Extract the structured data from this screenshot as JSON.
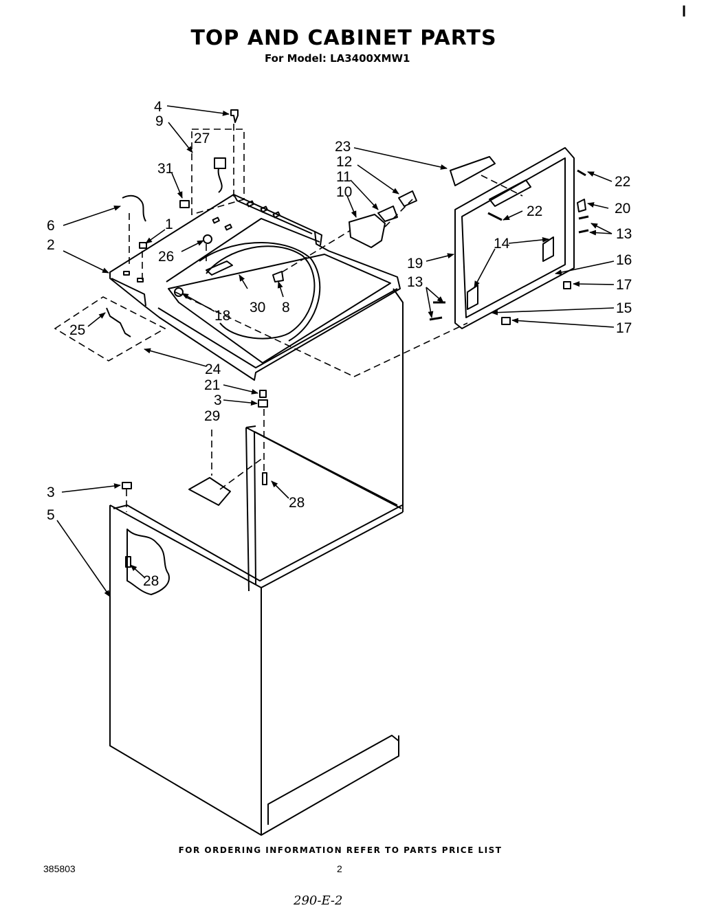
{
  "header": {
    "title": "TOP AND CABINET PARTS",
    "model_line": "For Model: LA3400XMW1"
  },
  "footer": {
    "ordering_note": "FOR ORDERING INFORMATION REFER TO PARTS PRICE LIST",
    "doc_number": "385803",
    "page_number": "2",
    "handwritten_note": "290-E-2"
  },
  "callouts": [
    {
      "id": "c4",
      "text": "4"
    },
    {
      "id": "c9",
      "text": "9"
    },
    {
      "id": "c27",
      "text": "27"
    },
    {
      "id": "c31",
      "text": "31"
    },
    {
      "id": "c6",
      "text": "6"
    },
    {
      "id": "c1",
      "text": "1"
    },
    {
      "id": "c2",
      "text": "2"
    },
    {
      "id": "c26",
      "text": "26"
    },
    {
      "id": "c30",
      "text": "30"
    },
    {
      "id": "c8",
      "text": "8"
    },
    {
      "id": "c18",
      "text": "18"
    },
    {
      "id": "c25",
      "text": "25"
    },
    {
      "id": "c24",
      "text": "24"
    },
    {
      "id": "c23",
      "text": "23"
    },
    {
      "id": "c12",
      "text": "12"
    },
    {
      "id": "c11",
      "text": "11"
    },
    {
      "id": "c10",
      "text": "10"
    },
    {
      "id": "c22a",
      "text": "22"
    },
    {
      "id": "c22b",
      "text": "22"
    },
    {
      "id": "c20",
      "text": "20"
    },
    {
      "id": "c13a",
      "text": "13"
    },
    {
      "id": "c14",
      "text": "14"
    },
    {
      "id": "c19",
      "text": "19"
    },
    {
      "id": "c16",
      "text": "16"
    },
    {
      "id": "c13b",
      "text": "13"
    },
    {
      "id": "c17a",
      "text": "17"
    },
    {
      "id": "c15",
      "text": "15"
    },
    {
      "id": "c17b",
      "text": "17"
    },
    {
      "id": "c21",
      "text": "21"
    },
    {
      "id": "c3a",
      "text": "3"
    },
    {
      "id": "c29",
      "text": "29"
    },
    {
      "id": "c28a",
      "text": "28"
    },
    {
      "id": "c3b",
      "text": "3"
    },
    {
      "id": "c5",
      "text": "5"
    },
    {
      "id": "c28b",
      "text": "28"
    }
  ]
}
